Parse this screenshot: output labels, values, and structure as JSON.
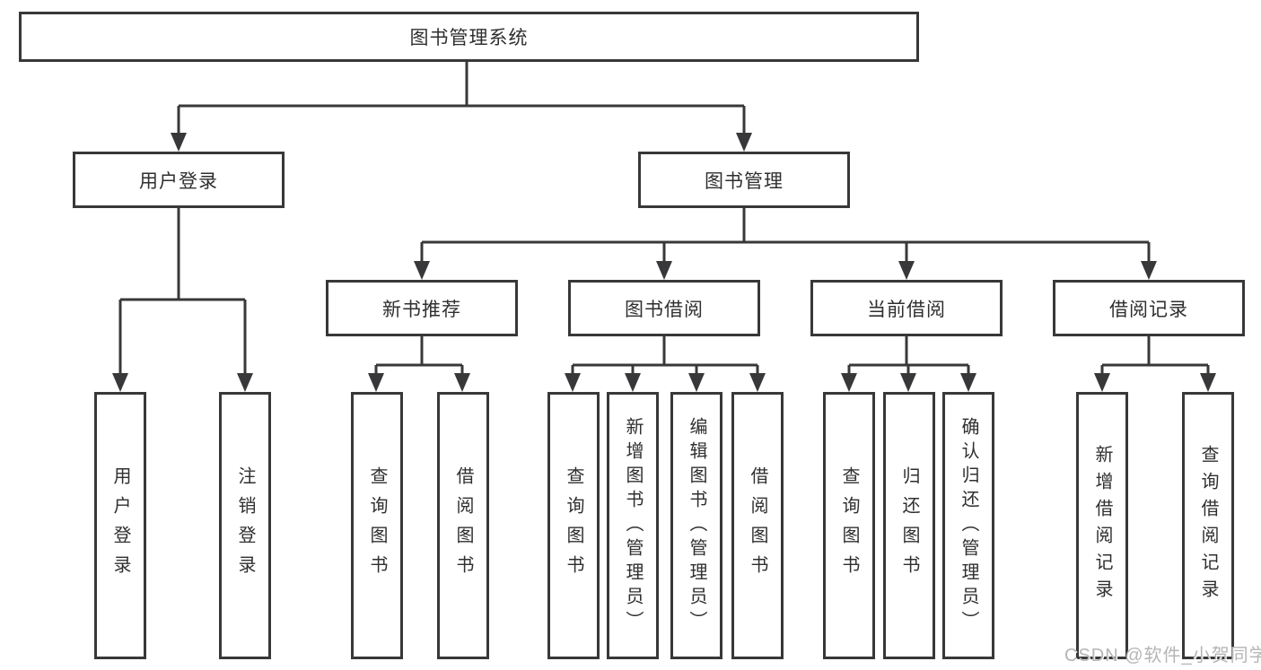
{
  "colors": {
    "line": "#38383a",
    "text": "#2f2f31",
    "watermark": "#b5b5b5",
    "background": "#ffffff"
  },
  "watermark": {
    "text": "CSDN @软件_小贺同学"
  },
  "tree": {
    "root": {
      "label": "图书管理系统"
    },
    "branches": [
      {
        "label": "用户登录",
        "children": [
          {
            "label": "用户登录"
          },
          {
            "label": "注销登录"
          }
        ]
      },
      {
        "label": "图书管理",
        "sections": [
          {
            "label": "新书推荐",
            "children": [
              {
                "label": "查询图书"
              },
              {
                "label": "借阅图书"
              }
            ]
          },
          {
            "label": "图书借阅",
            "children": [
              {
                "label": "查询图书"
              },
              {
                "label": "新增图书（管理员）"
              },
              {
                "label": "编辑图书（管理员）"
              },
              {
                "label": "借阅图书"
              }
            ]
          },
          {
            "label": "当前借阅",
            "children": [
              {
                "label": "查询图书"
              },
              {
                "label": "归还图书"
              },
              {
                "label": "确认归还（管理员）"
              }
            ]
          },
          {
            "label": "借阅记录",
            "children": [
              {
                "label": "新增借阅记录"
              },
              {
                "label": "查询借阅记录"
              }
            ]
          }
        ]
      }
    ]
  }
}
